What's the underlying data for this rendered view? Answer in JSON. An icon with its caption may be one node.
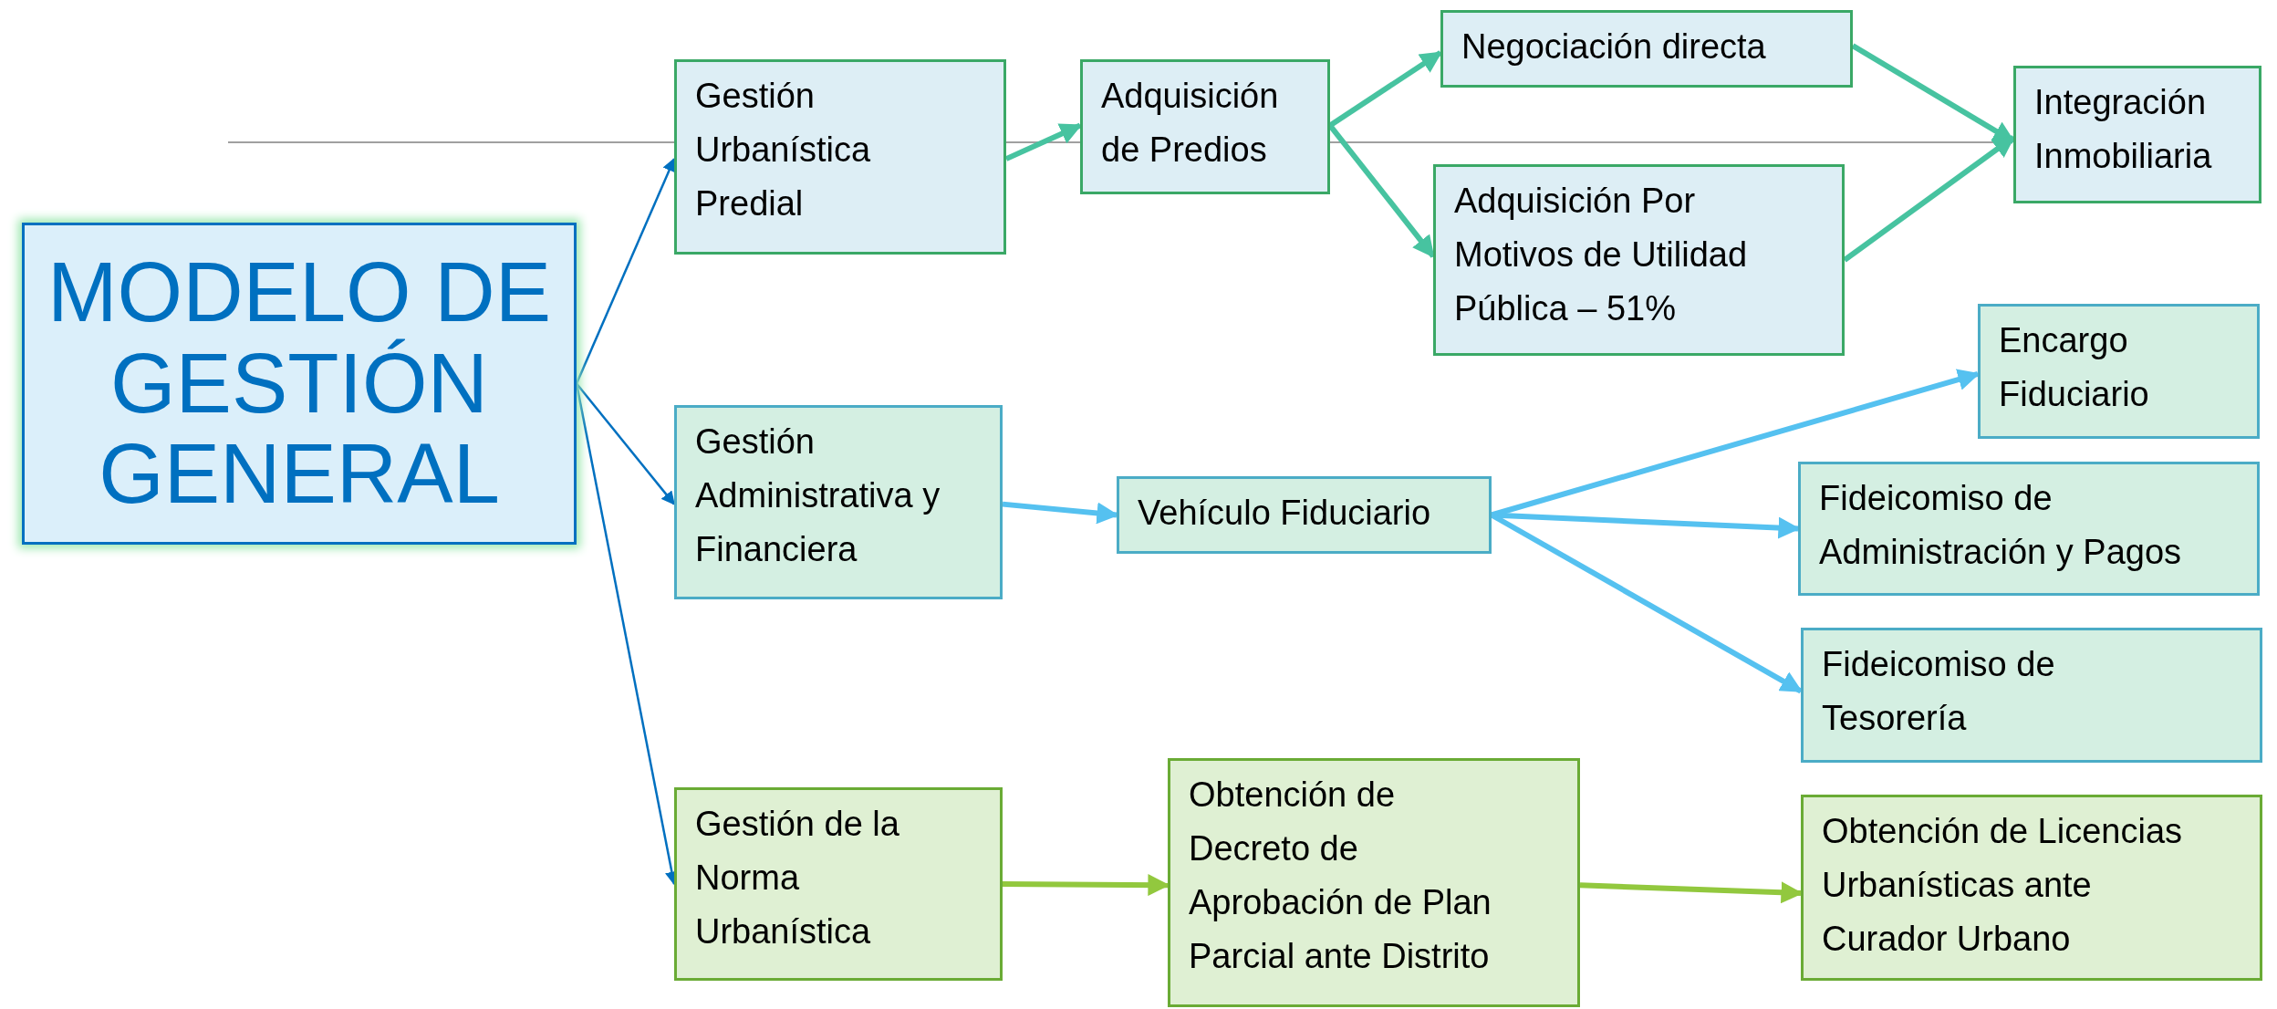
{
  "diagram": {
    "nodes": [
      {
        "text": [
          "MODELO DE GESTIÓN GENERAL"
        ]
      },
      {
        "text": [
          "Gestión Urbanística Predial"
        ]
      },
      {
        "text": [
          "Adquisición de Predios"
        ]
      },
      {
        "text": [
          "Negociación directa"
        ]
      },
      {
        "text": [
          "Adquisición Por Motivos de Utilidad Pública – 51%"
        ]
      },
      {
        "text": [
          "Integración Inmobiliaria"
        ]
      },
      {
        "text": [
          "Encargo Fiduciario"
        ]
      },
      {
        "text": [
          "Gestión Administrativa y Financiera"
        ]
      },
      {
        "text": [
          "Vehículo Fiduciario"
        ]
      },
      {
        "text": [
          "Fideicomiso de Administración y Pagos"
        ]
      },
      {
        "text": [
          "Fideicomiso de Tesorería"
        ]
      },
      {
        "text": [
          "Gestión de la Norma Urbanística"
        ]
      },
      {
        "text": [
          "Obtención de Decreto de Aprobación de Plan Parcial ante Distrito"
        ]
      },
      {
        "text": [
          "Obtención de Licencias Urbanísticas ante Curador Urbano"
        ]
      }
    ],
    "edges": [
      {
        "from": 0,
        "to": 1,
        "arrow": "to",
        "color": "#0070c0"
      },
      {
        "from": 0,
        "to": 7,
        "arrow": "to",
        "color": "#0070c0"
      },
      {
        "from": 0,
        "to": 11,
        "arrow": "to",
        "color": "#0070c0"
      },
      {
        "from": 1,
        "to": 2,
        "arrow": "to"
      },
      {
        "from": 2,
        "to": 3,
        "arrow": "to"
      },
      {
        "from": 2,
        "to": 4,
        "arrow": "to"
      },
      {
        "from": 3,
        "to": 5,
        "arrow": "to"
      },
      {
        "from": 4,
        "to": 5,
        "arrow": "to"
      },
      {
        "from": 7,
        "to": 8,
        "arrow": "to",
        "color": "#55c1f0"
      },
      {
        "from": 8,
        "to": 6,
        "arrow": "to",
        "color": "#55c1f0"
      },
      {
        "from": 8,
        "to": 9,
        "arrow": "to",
        "color": "#55c1f0"
      },
      {
        "from": 8,
        "to": 10,
        "arrow": "to",
        "color": "#55c1f0"
      },
      {
        "from": 11,
        "to": 12,
        "arrow": "to",
        "color": "#92c83e"
      },
      {
        "from": 12,
        "to": 13,
        "arrow": "to",
        "color": "#92c83e"
      }
    ]
  }
}
